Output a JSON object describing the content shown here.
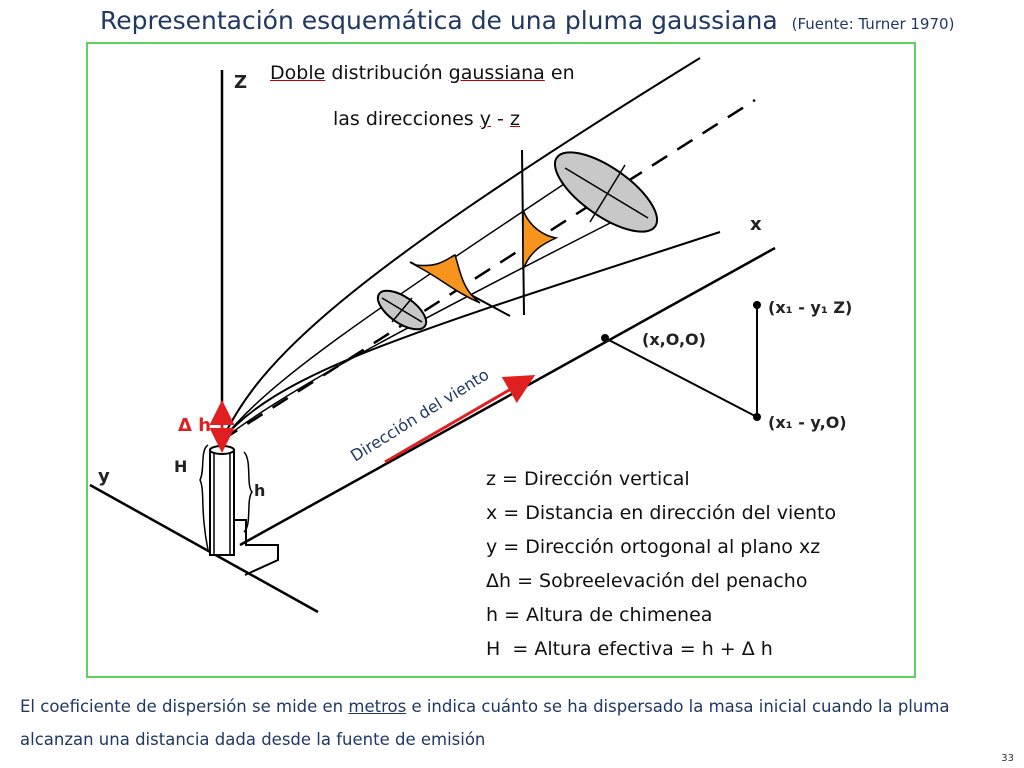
{
  "title": {
    "main": "Representación esquemática de una pluma gaussiana",
    "source": "(Fuente: Turner 1970)"
  },
  "diagram": {
    "gauss_title_w1": "Doble",
    "gauss_title_w2": "distribución",
    "gauss_title_w3": "gaussiana",
    "gauss_title_w4": "en",
    "gauss_title_line2_a": "las direcciones",
    "gauss_title_line2_y": "y",
    "gauss_title_line2_dash": " - ",
    "gauss_title_line2_z": "z",
    "axis_z": "Z",
    "axis_y": "y",
    "axis_x": "x",
    "label_H": "H",
    "label_h": "h",
    "label_delta_h": "Δ h",
    "wind_direction": "Dirección del viento",
    "point_top": "(x₁ - y₁ Z)",
    "point_mid": "(x,O,O)",
    "point_bottom": "(x₁ - y,O)"
  },
  "legend": [
    "z = Dirección vertical",
    "x = Distancia en dirección del viento",
    "y = Dirección ortogonal al plano xz",
    "Δh = Sobreelevación del penacho",
    "h = Altura de chimenea",
    "H  = Altura efectiva = h + Δ h"
  ],
  "footer": {
    "part1": "El coeficiente de dispersión se mide en ",
    "underlined": "metros",
    "part2": " e indica cuánto se ha dispersado la masa inicial cuando la pluma alcanzan una distancia dada desde la fuente de emisión"
  },
  "page_number": "33",
  "colors": {
    "title": "#1f3864",
    "frame": "#5fd35f",
    "gauss_fill": "#f7941d",
    "ellipse_fill": "#c8c8c8",
    "arrow_red": "#e02020"
  }
}
